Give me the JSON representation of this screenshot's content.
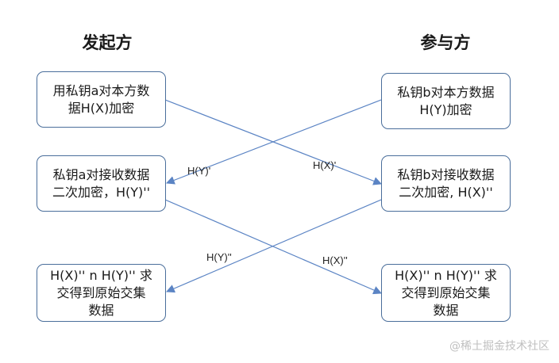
{
  "initiator": {
    "title": "发起方",
    "box1": [
      "用私钥a对本方数",
      "据H(X)加密"
    ],
    "box2": [
      "私钥a对接收数据",
      "二次加密，H(Y)''"
    ],
    "box3": [
      "H(X)'' n H(Y)'' 求",
      "交得到原始交集",
      "数据"
    ]
  },
  "participant": {
    "title": "参与方",
    "box1": [
      "私钥b对本方数据",
      "H(Y)加密"
    ],
    "box2": [
      "私钥b对接收数据",
      "二次加密, H(X)''"
    ],
    "box3": [
      "H(X)'' n H(Y)'' 求",
      "交得到原始交集",
      "数据"
    ]
  },
  "arrows": {
    "hx_single": "H(X)'",
    "hy_single": "H(Y)'",
    "hy_double": "H(Y)''",
    "hx_double": "H(X)''"
  },
  "watermark": "@稀土掘金技术社区",
  "colors": {
    "box_border": "#4a6e9b",
    "arrow": "#5b84c4"
  }
}
